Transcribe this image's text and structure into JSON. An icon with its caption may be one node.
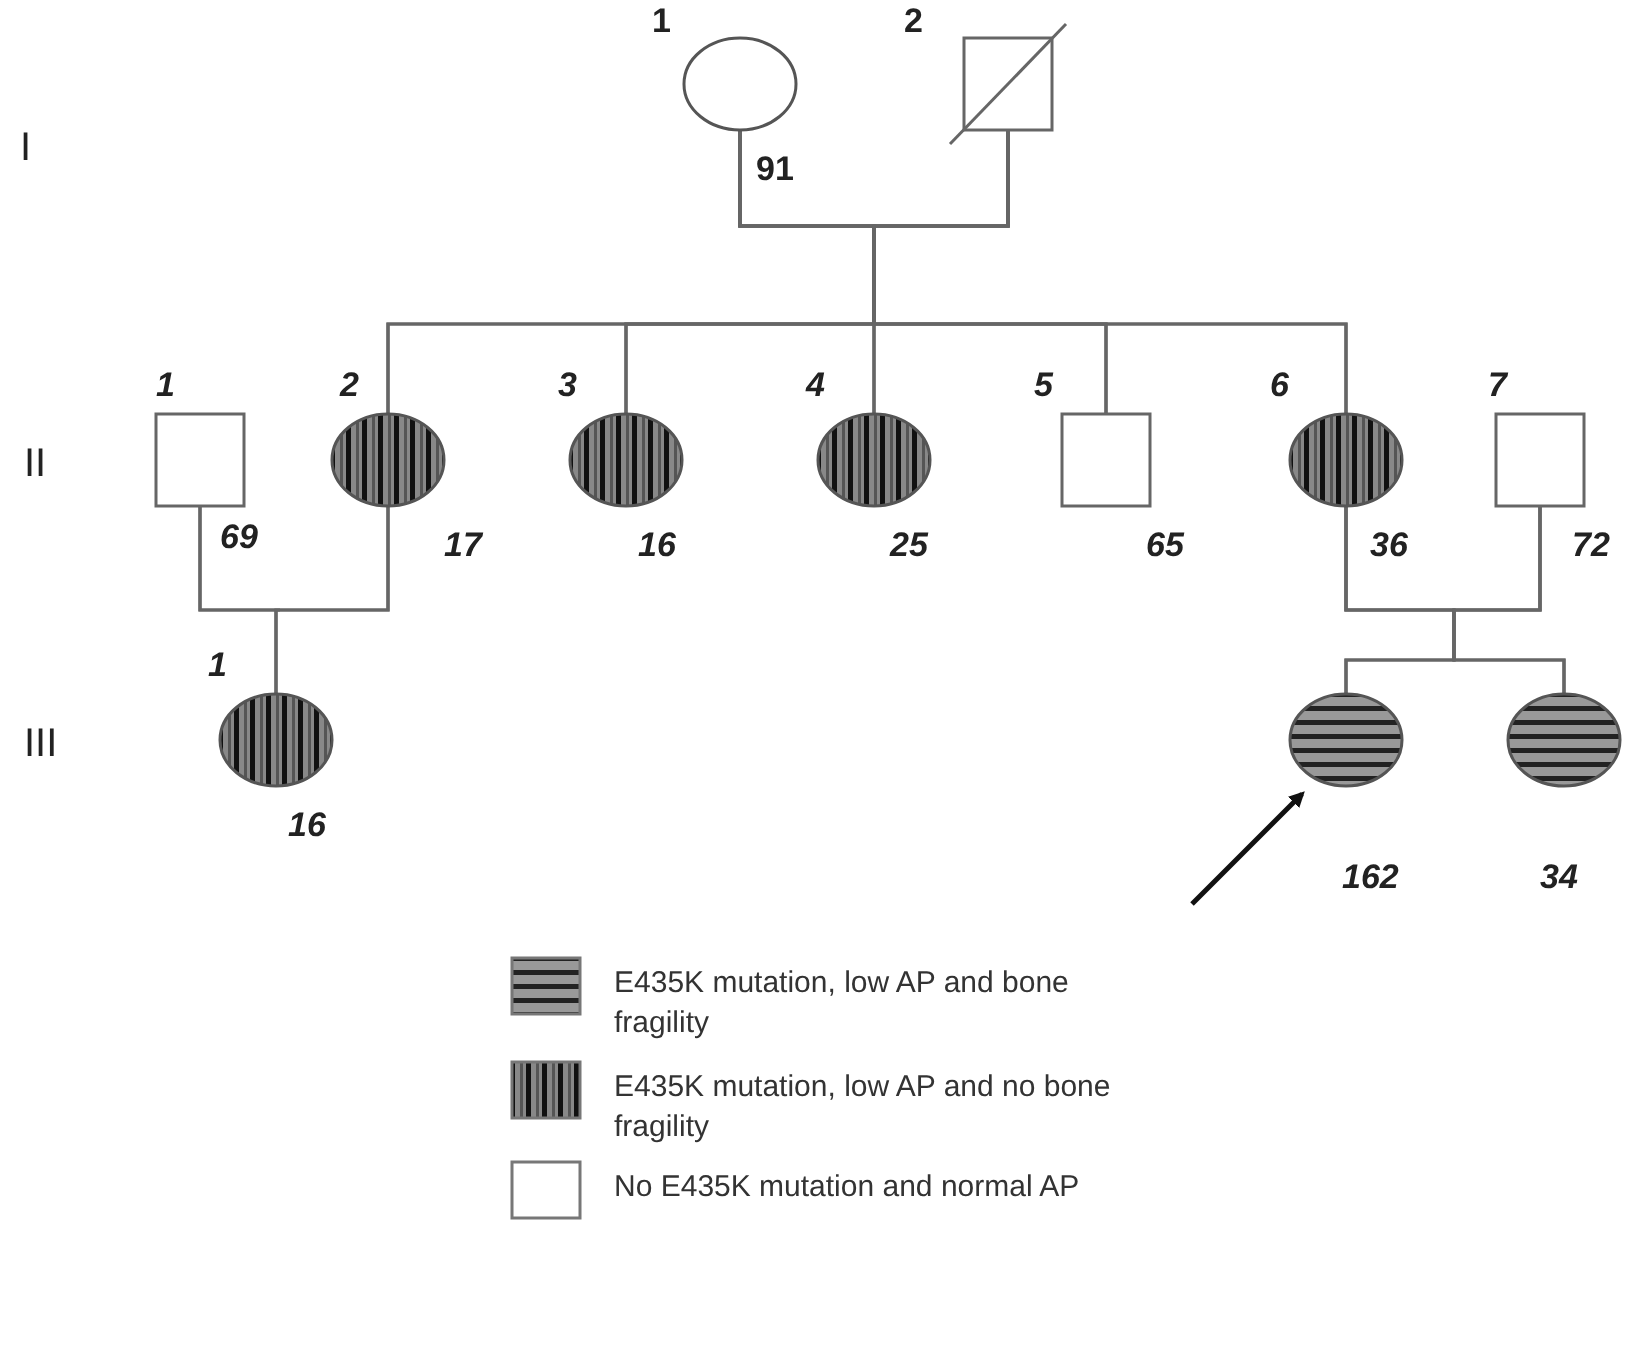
{
  "diagram": {
    "nodes": [
      {
        "text": [],
        "shape": "circle",
        "beside": [
          "1",
          "91"
        ]
      },
      {
        "text": [],
        "shape": "box",
        "beside": [
          "2"
        ]
      },
      {
        "text": [],
        "shape": "box",
        "beside": [
          "1",
          "69"
        ]
      },
      {
        "text": [],
        "shape": "circle",
        "beside": [
          "2",
          "17"
        ]
      },
      {
        "text": [],
        "shape": "circle",
        "beside": [
          "3",
          "16"
        ]
      },
      {
        "text": [],
        "shape": "circle",
        "beside": [
          "4",
          "25"
        ]
      },
      {
        "text": [],
        "shape": "box",
        "beside": [
          "5",
          "65"
        ]
      },
      {
        "text": [],
        "shape": "circle",
        "beside": [
          "6",
          "36"
        ]
      },
      {
        "text": [],
        "shape": "box",
        "beside": [
          "7",
          "72"
        ]
      },
      {
        "text": [],
        "shape": "circle",
        "beside": [
          "1",
          "16"
        ]
      },
      {
        "text": [],
        "shape": "circle",
        "beside": [
          "162"
        ]
      },
      {
        "text": [],
        "shape": "circle",
        "beside": [
          "34"
        ]
      }
    ],
    "edges": [
      {
        "from": 0,
        "to": 1,
        "arrow": "none"
      },
      {
        "from": 0,
        "to": 3,
        "arrow": "none"
      },
      {
        "from": 0,
        "to": 4,
        "arrow": "none"
      },
      {
        "from": 0,
        "to": 5,
        "arrow": "none"
      },
      {
        "from": 0,
        "to": 6,
        "arrow": "none"
      },
      {
        "from": 0,
        "to": 7,
        "arrow": "none"
      },
      {
        "from": 1,
        "to": 3,
        "arrow": "none"
      },
      {
        "from": 1,
        "to": 4,
        "arrow": "none"
      },
      {
        "from": 1,
        "to": 5,
        "arrow": "none"
      },
      {
        "from": 1,
        "to": 6,
        "arrow": "none"
      },
      {
        "from": 1,
        "to": 7,
        "arrow": "none"
      },
      {
        "from": 2,
        "to": 3,
        "arrow": "none"
      },
      {
        "from": 2,
        "to": 9,
        "arrow": "none"
      },
      {
        "from": 3,
        "to": 9,
        "arrow": "none"
      },
      {
        "from": 7,
        "to": 8,
        "arrow": "none"
      },
      {
        "from": 7,
        "to": 10,
        "arrow": "none"
      },
      {
        "from": 7,
        "to": 11,
        "arrow": "none"
      },
      {
        "from": 8,
        "to": 10,
        "arrow": "none"
      },
      {
        "from": 8,
        "to": 11,
        "arrow": "none"
      },
      {
        "from": null,
        "to": 10,
        "arrow": "to"
      }
    ],
    "labels": [
      "I",
      "II",
      "III"
    ],
    "legend": [
      {
        "text": "E435K mutation, low AP and bone fragility"
      },
      {
        "text": "E435K mutation, low AP and no bone fragility"
      },
      {
        "text": "No E435K mutation and normal AP"
      }
    ]
  }
}
